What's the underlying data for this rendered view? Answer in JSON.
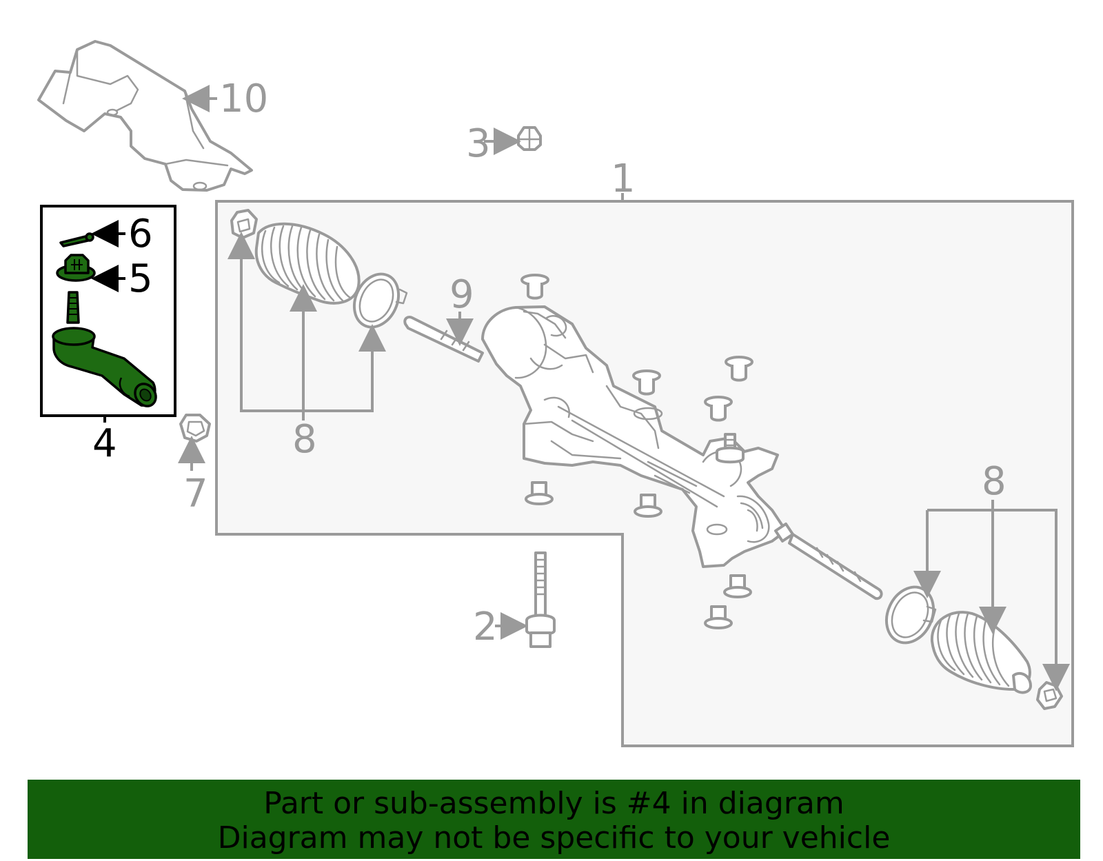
{
  "callouts": {
    "c1": "1",
    "c2": "2",
    "c3": "3",
    "c4": "4",
    "c5": "5",
    "c6": "6",
    "c7": "7",
    "c8a": "8",
    "c8b": "8",
    "c9": "9",
    "c10": "10"
  },
  "highlighted_part": "4",
  "colors": {
    "line_gray": "#9a9a9a",
    "highlight_green": "#1e6b12",
    "banner_green": "#135f0b",
    "panel_fill": "#f7f7f7"
  },
  "banner": {
    "line1": "Part or sub-assembly is #4 in diagram",
    "line2": "Diagram may not be specific to your vehicle"
  }
}
